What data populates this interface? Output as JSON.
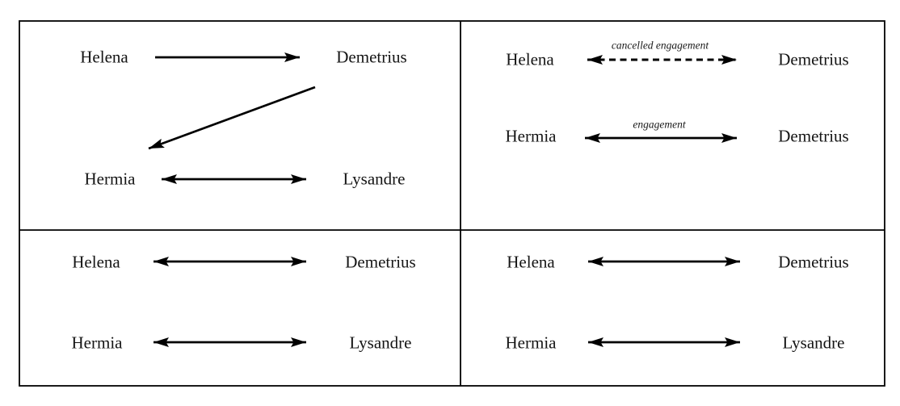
{
  "figure": {
    "type": "relationship-diagram",
    "characters": [
      "Helena",
      "Demetrius",
      "Hermia",
      "Lysandre"
    ],
    "colors": {
      "background": "#ffffff",
      "border": "#000000",
      "text": "#151515",
      "arrow": "#000000"
    }
  },
  "panels": {
    "top_left": {
      "nodes": {
        "helena": "Helena",
        "demetrius": "Demetrius",
        "hermia": "Hermia",
        "lysandre": "Lysandre"
      },
      "edges": [
        {
          "from": "Helena",
          "to": "Demetrius",
          "direction": "one-way",
          "style": "solid"
        },
        {
          "from": "Demetrius",
          "to": "Hermia",
          "direction": "one-way",
          "style": "solid"
        },
        {
          "from": "Hermia",
          "to": "Lysandre",
          "direction": "two-way",
          "style": "solid"
        }
      ]
    },
    "top_right": {
      "nodes": {
        "helena": "Helena",
        "demetrius_top": "Demetrius",
        "hermia": "Hermia",
        "demetrius_bottom": "Demetrius"
      },
      "labels": {
        "cancelled_engagement": "cancelled engagement",
        "engagement": "engagement"
      },
      "edges": [
        {
          "from": "Helena",
          "to": "Demetrius",
          "direction": "two-way",
          "style": "dashed",
          "label": "cancelled engagement"
        },
        {
          "from": "Hermia",
          "to": "Demetrius",
          "direction": "two-way",
          "style": "solid",
          "label": "engagement"
        }
      ]
    },
    "bottom_left": {
      "nodes": {
        "helena": "Helena",
        "demetrius": "Demetrius",
        "hermia": "Hermia",
        "lysandre": "Lysandre"
      },
      "edges": [
        {
          "from": "Helena",
          "to": "Demetrius",
          "direction": "two-way",
          "style": "solid"
        },
        {
          "from": "Hermia",
          "to": "Lysandre",
          "direction": "two-way",
          "style": "solid"
        }
      ]
    },
    "bottom_right": {
      "nodes": {
        "helena": "Helena",
        "demetrius": "Demetrius",
        "hermia": "Hermia",
        "lysandre": "Lysandre"
      },
      "edges": [
        {
          "from": "Helena",
          "to": "Demetrius",
          "direction": "two-way",
          "style": "solid"
        },
        {
          "from": "Hermia",
          "to": "Lysandre",
          "direction": "two-way",
          "style": "solid"
        }
      ]
    }
  }
}
